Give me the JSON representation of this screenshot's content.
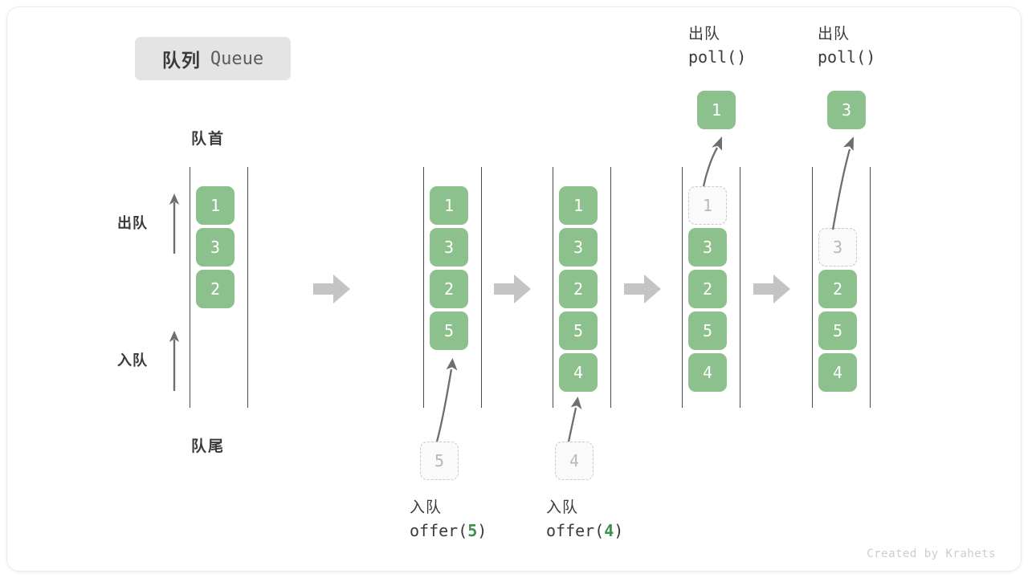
{
  "title": {
    "cn": "队列",
    "en": "Queue"
  },
  "labels": {
    "head": "队首",
    "tail": "队尾",
    "dequeue_side": "出队",
    "enqueue_side": "入队"
  },
  "watermark": "Created by Krahets",
  "colors": {
    "element_fill": "#8cc08c",
    "element_text": "#ffffff",
    "ghost_fill": "#fafafa",
    "ghost_border": "#c9c9c9",
    "ghost_text": "#b8b8b8",
    "rail": "#4a4a4a",
    "step_arrow": "#c4c4c4",
    "op_arrow": "#6e6e6e",
    "badge_bg": "#e4e4e4",
    "code_arg": "#3f8f4f",
    "text": "#3a3a3a"
  },
  "stages": [
    {
      "id": "initial",
      "elements": [
        "1",
        "3",
        "2"
      ],
      "ghost_slot_index": null,
      "caption_cn": "",
      "caption_code": "",
      "caption_arg": "",
      "floating_in": null,
      "floating_out": null
    },
    {
      "id": "offer-5",
      "elements": [
        "1",
        "3",
        "2",
        "5"
      ],
      "ghost_slot_index": null,
      "caption_cn": "入队",
      "caption_code_prefix": "offer(",
      "caption_arg": "5",
      "caption_code_suffix": ")",
      "floating_in": "5",
      "floating_out": null
    },
    {
      "id": "offer-4",
      "elements": [
        "1",
        "3",
        "2",
        "5",
        "4"
      ],
      "ghost_slot_index": null,
      "caption_cn": "入队",
      "caption_code_prefix": "offer(",
      "caption_arg": "4",
      "caption_code_suffix": ")",
      "floating_in": "4",
      "floating_out": null
    },
    {
      "id": "poll-1",
      "elements": [
        "1",
        "3",
        "2",
        "5",
        "4"
      ],
      "ghost_slot_index": 0,
      "caption_cn": "出队",
      "caption_code_prefix": "poll(",
      "caption_arg": "",
      "caption_code_suffix": ")",
      "floating_in": null,
      "floating_out": "1"
    },
    {
      "id": "poll-3",
      "elements": [
        "3",
        "2",
        "5",
        "4"
      ],
      "ghost_slot_index": 0,
      "caption_cn": "出队",
      "caption_code_prefix": "poll(",
      "caption_arg": "",
      "caption_code_suffix": ")",
      "floating_in": null,
      "floating_out": "3"
    }
  ],
  "cells": {
    "s1_0": "1",
    "s1_1": "3",
    "s1_2": "2",
    "s2_0": "1",
    "s2_1": "3",
    "s2_2": "2",
    "s2_3": "5",
    "s3_0": "1",
    "s3_1": "3",
    "s3_2": "2",
    "s3_3": "5",
    "s3_4": "4",
    "s4_0": "1",
    "s4_1": "3",
    "s4_2": "2",
    "s4_3": "5",
    "s4_4": "4",
    "s5_1": "3",
    "s5_2": "2",
    "s5_3": "5",
    "s5_4": "4",
    "ghost_in_2": "5",
    "ghost_in_3": "4",
    "out_4": "1",
    "out_5": "3"
  },
  "captions": {
    "offer5_cn": "入队",
    "offer5_pre": "offer(",
    "offer5_arg": "5",
    "offer5_post": ")",
    "offer4_cn": "入队",
    "offer4_pre": "offer(",
    "offer4_arg": "4",
    "offer4_post": ")",
    "poll1_cn": "出队",
    "poll1_code": "poll()",
    "poll2_cn": "出队",
    "poll2_code": "poll()"
  }
}
